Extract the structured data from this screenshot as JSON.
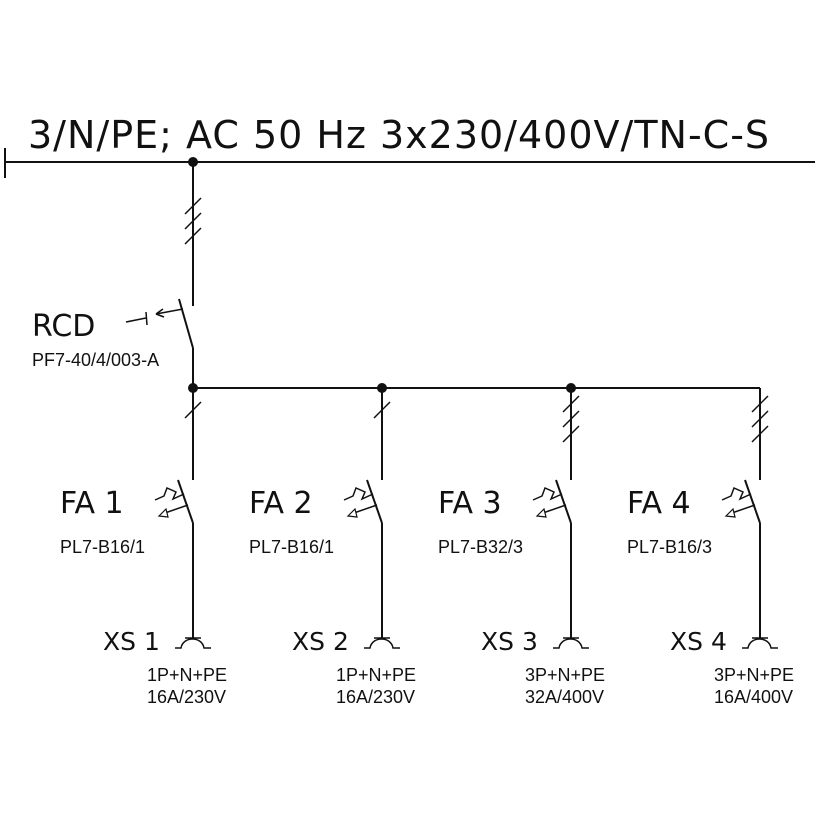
{
  "supply": {
    "label": "3/N/PE; AC 50 Hz 3x230/400V/TN-C-S",
    "conductors": 3
  },
  "rcd": {
    "label": "RCD",
    "model": "PF7-40/4/003-A"
  },
  "branches": [
    {
      "breaker": "FA 1",
      "model": "PL7-B16/1",
      "conductors": 1,
      "socket": "XS 1",
      "socket_type": "1P+N+PE",
      "rating": "16A/230V"
    },
    {
      "breaker": "FA 2",
      "model": "PL7-B16/1",
      "conductors": 1,
      "socket": "XS 2",
      "socket_type": "1P+N+PE",
      "rating": "16A/230V"
    },
    {
      "breaker": "FA 3",
      "model": "PL7-B32/3",
      "conductors": 3,
      "socket": "XS 3",
      "socket_type": "3P+N+PE",
      "rating": "32A/400V"
    },
    {
      "breaker": "FA 4",
      "model": "PL7-B16/3",
      "conductors": 3,
      "socket": "XS 4",
      "socket_type": "3P+N+PE",
      "rating": "16A/400V"
    }
  ]
}
